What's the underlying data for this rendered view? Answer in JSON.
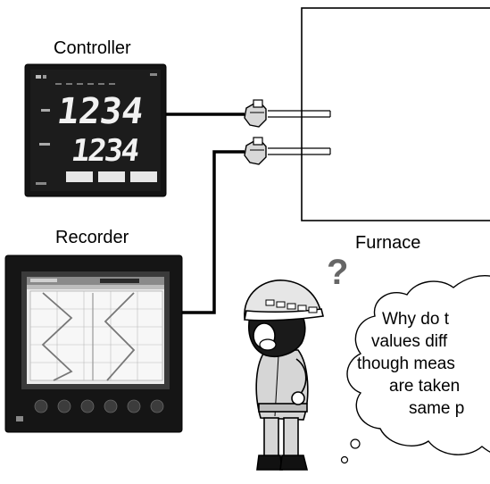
{
  "labels": {
    "controller": "Controller",
    "recorder": "Recorder",
    "furnace": "Furnace"
  },
  "controller_display": {
    "pv": "1234",
    "sv": "1234"
  },
  "question_mark": "?",
  "thought_lines": [
    "Why do t",
    "values diff",
    "though meas",
    "are taken",
    "same p"
  ]
}
